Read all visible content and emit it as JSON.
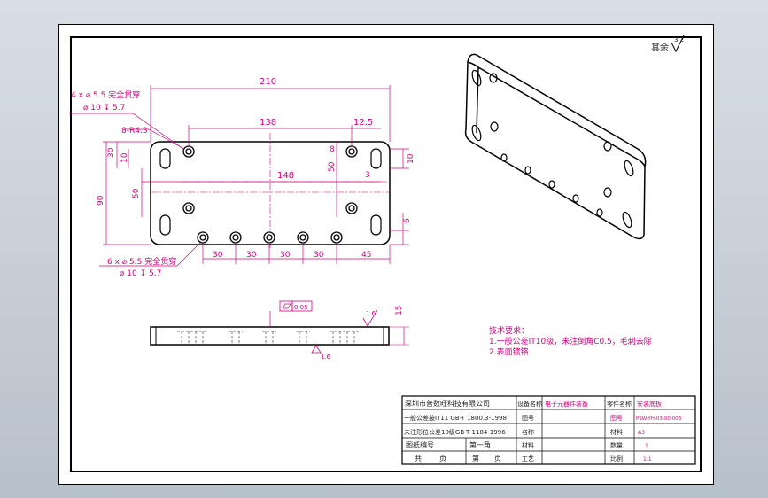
{
  "colors": {
    "background": "#c4ccd4",
    "paper": "#ffffff",
    "line": "#000000",
    "dimension": "#d1007d",
    "hidden": "#444444"
  },
  "surface_finish": {
    "label": "其余",
    "value": "3.2"
  },
  "top_view": {
    "dims": {
      "overall_length": "210",
      "inner_span": "138",
      "edge_offset": "12.5",
      "slot_note": "8-R4.3",
      "span_148": "148",
      "height_30": "30",
      "height_10_left": "10",
      "height_50": "50",
      "height_90": "90",
      "right_8": "8",
      "right_50": "50",
      "right_3": "3",
      "right_10": "10",
      "right_6": "6",
      "pitch_1": "30",
      "pitch_2": "30",
      "pitch_3": "30",
      "pitch_4": "30",
      "pitch_end": "45"
    },
    "hole_note_top": {
      "line1": "4 x  ⌀ 5.5 完全贯穿",
      "line2": "⌀ 10 ↧ 5.7"
    },
    "hole_note_bottom": {
      "line1": "6 x  ⌀ 5.5 完全贯穿",
      "line2": "⌀ 10 ↧ 5.7"
    }
  },
  "front_view": {
    "flatness": "0.05",
    "thickness": "15",
    "roughness_top": "1.6",
    "roughness_bottom": "1.6"
  },
  "tech_requirements": {
    "title": "技术要求：",
    "items": [
      "1.一般公差IT10级，未注倒角C0.5，毛刺去除",
      "2.表面镀铬"
    ]
  },
  "title_block": {
    "company": "深圳市普数旺科技有限公司",
    "std1": "一般公差按IT11 GB-T 1800.3-1998",
    "std2": "未注形位公差10级GB-T 1184-1996",
    "row3_a": "图纸编号",
    "row3_b": "第一角",
    "row4_a": "共",
    "row4_b": "页",
    "row4_c": "第",
    "row4_d": "页",
    "col2_r1": "设备名称",
    "col2_r2": "图号",
    "col2_r3": "名称",
    "col2_r4": "材料",
    "col2_r5": "工艺",
    "col3_r1": "电子元器件装备",
    "col4_r1": "零件名称",
    "col4_r2": "图号",
    "col4_r3": "材料",
    "col4_r4": "数量",
    "col4_r5": "比例",
    "col5_r1": "安装底板",
    "col5_r2": "PSW-YH-03-00-003",
    "col5_r3": "A3",
    "col5_r4": "1",
    "col5_r5": "1:1"
  }
}
